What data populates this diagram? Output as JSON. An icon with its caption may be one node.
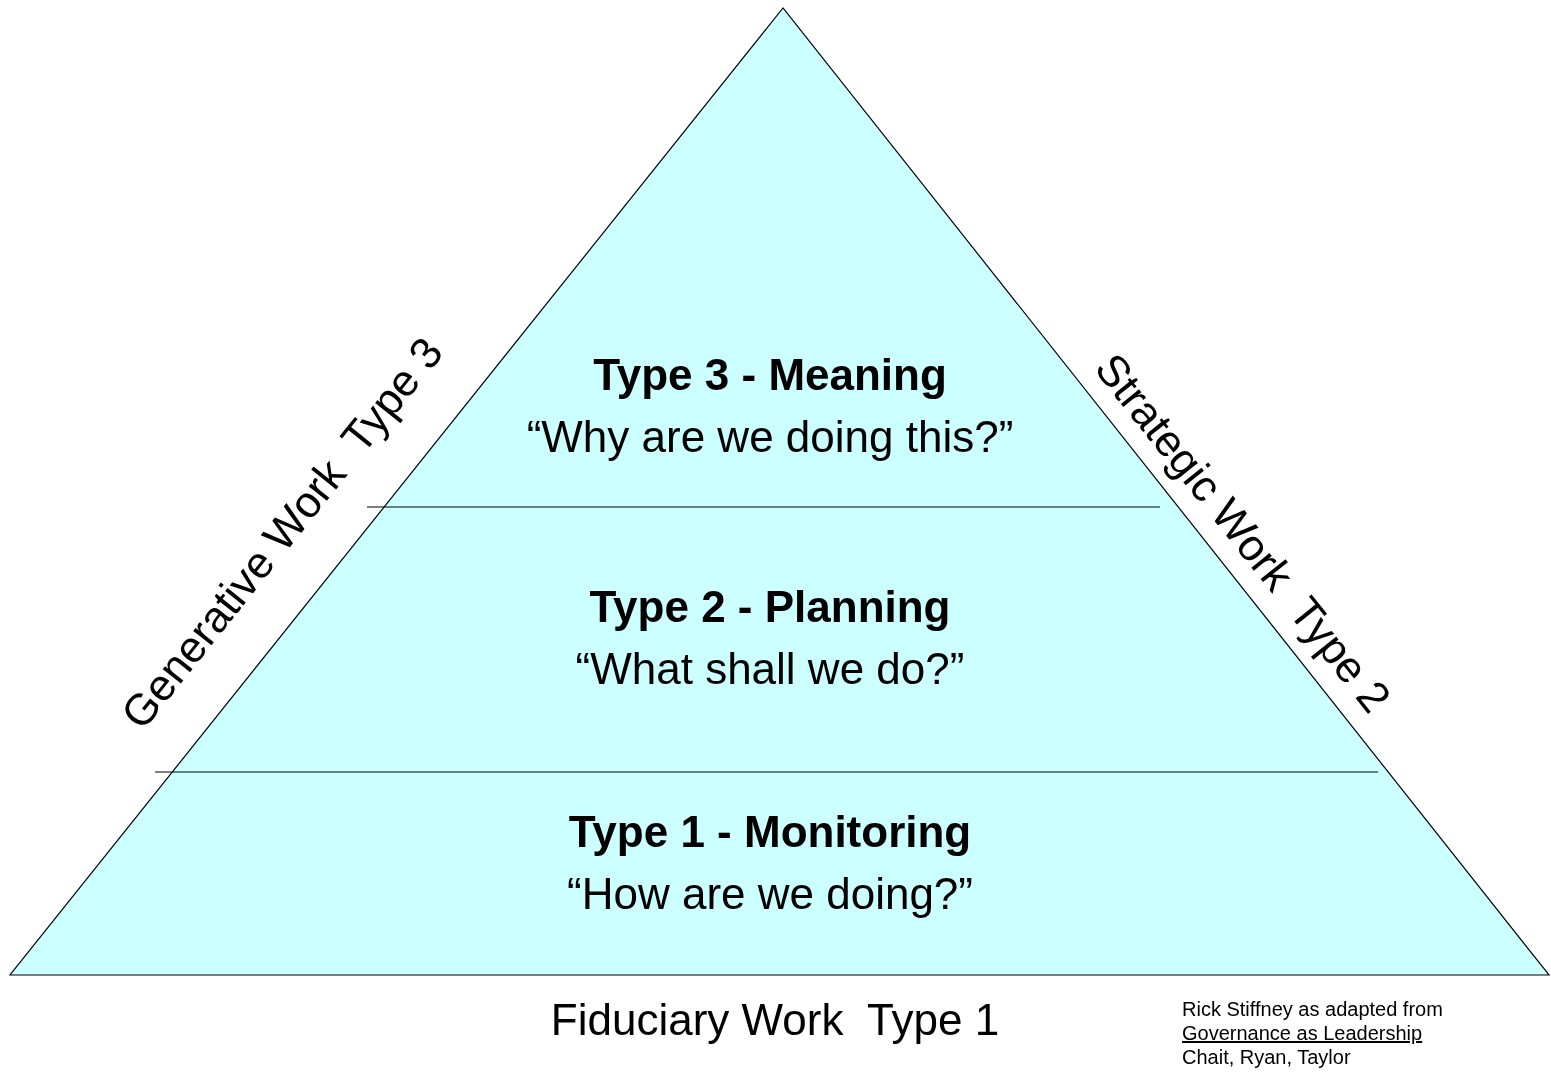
{
  "diagram": {
    "nodes": [
      {
        "text": [
          "Type 3 - Meaning",
          "“Why are we doing this?”"
        ]
      },
      {
        "text": [
          "Type 2 - Planning",
          "“What shall we do?”"
        ]
      },
      {
        "text": [
          "Type 1 - Monitoring",
          "“How are we doing?”"
        ]
      }
    ],
    "labels": [
      "Generative Work  Type 3",
      "Strategic Work  Type 2",
      "Fiduciary Work  Type 1",
      "Rick Stiffney as adapted from",
      "Governance as Leadership",
      "Chait, Ryan, Taylor"
    ]
  }
}
